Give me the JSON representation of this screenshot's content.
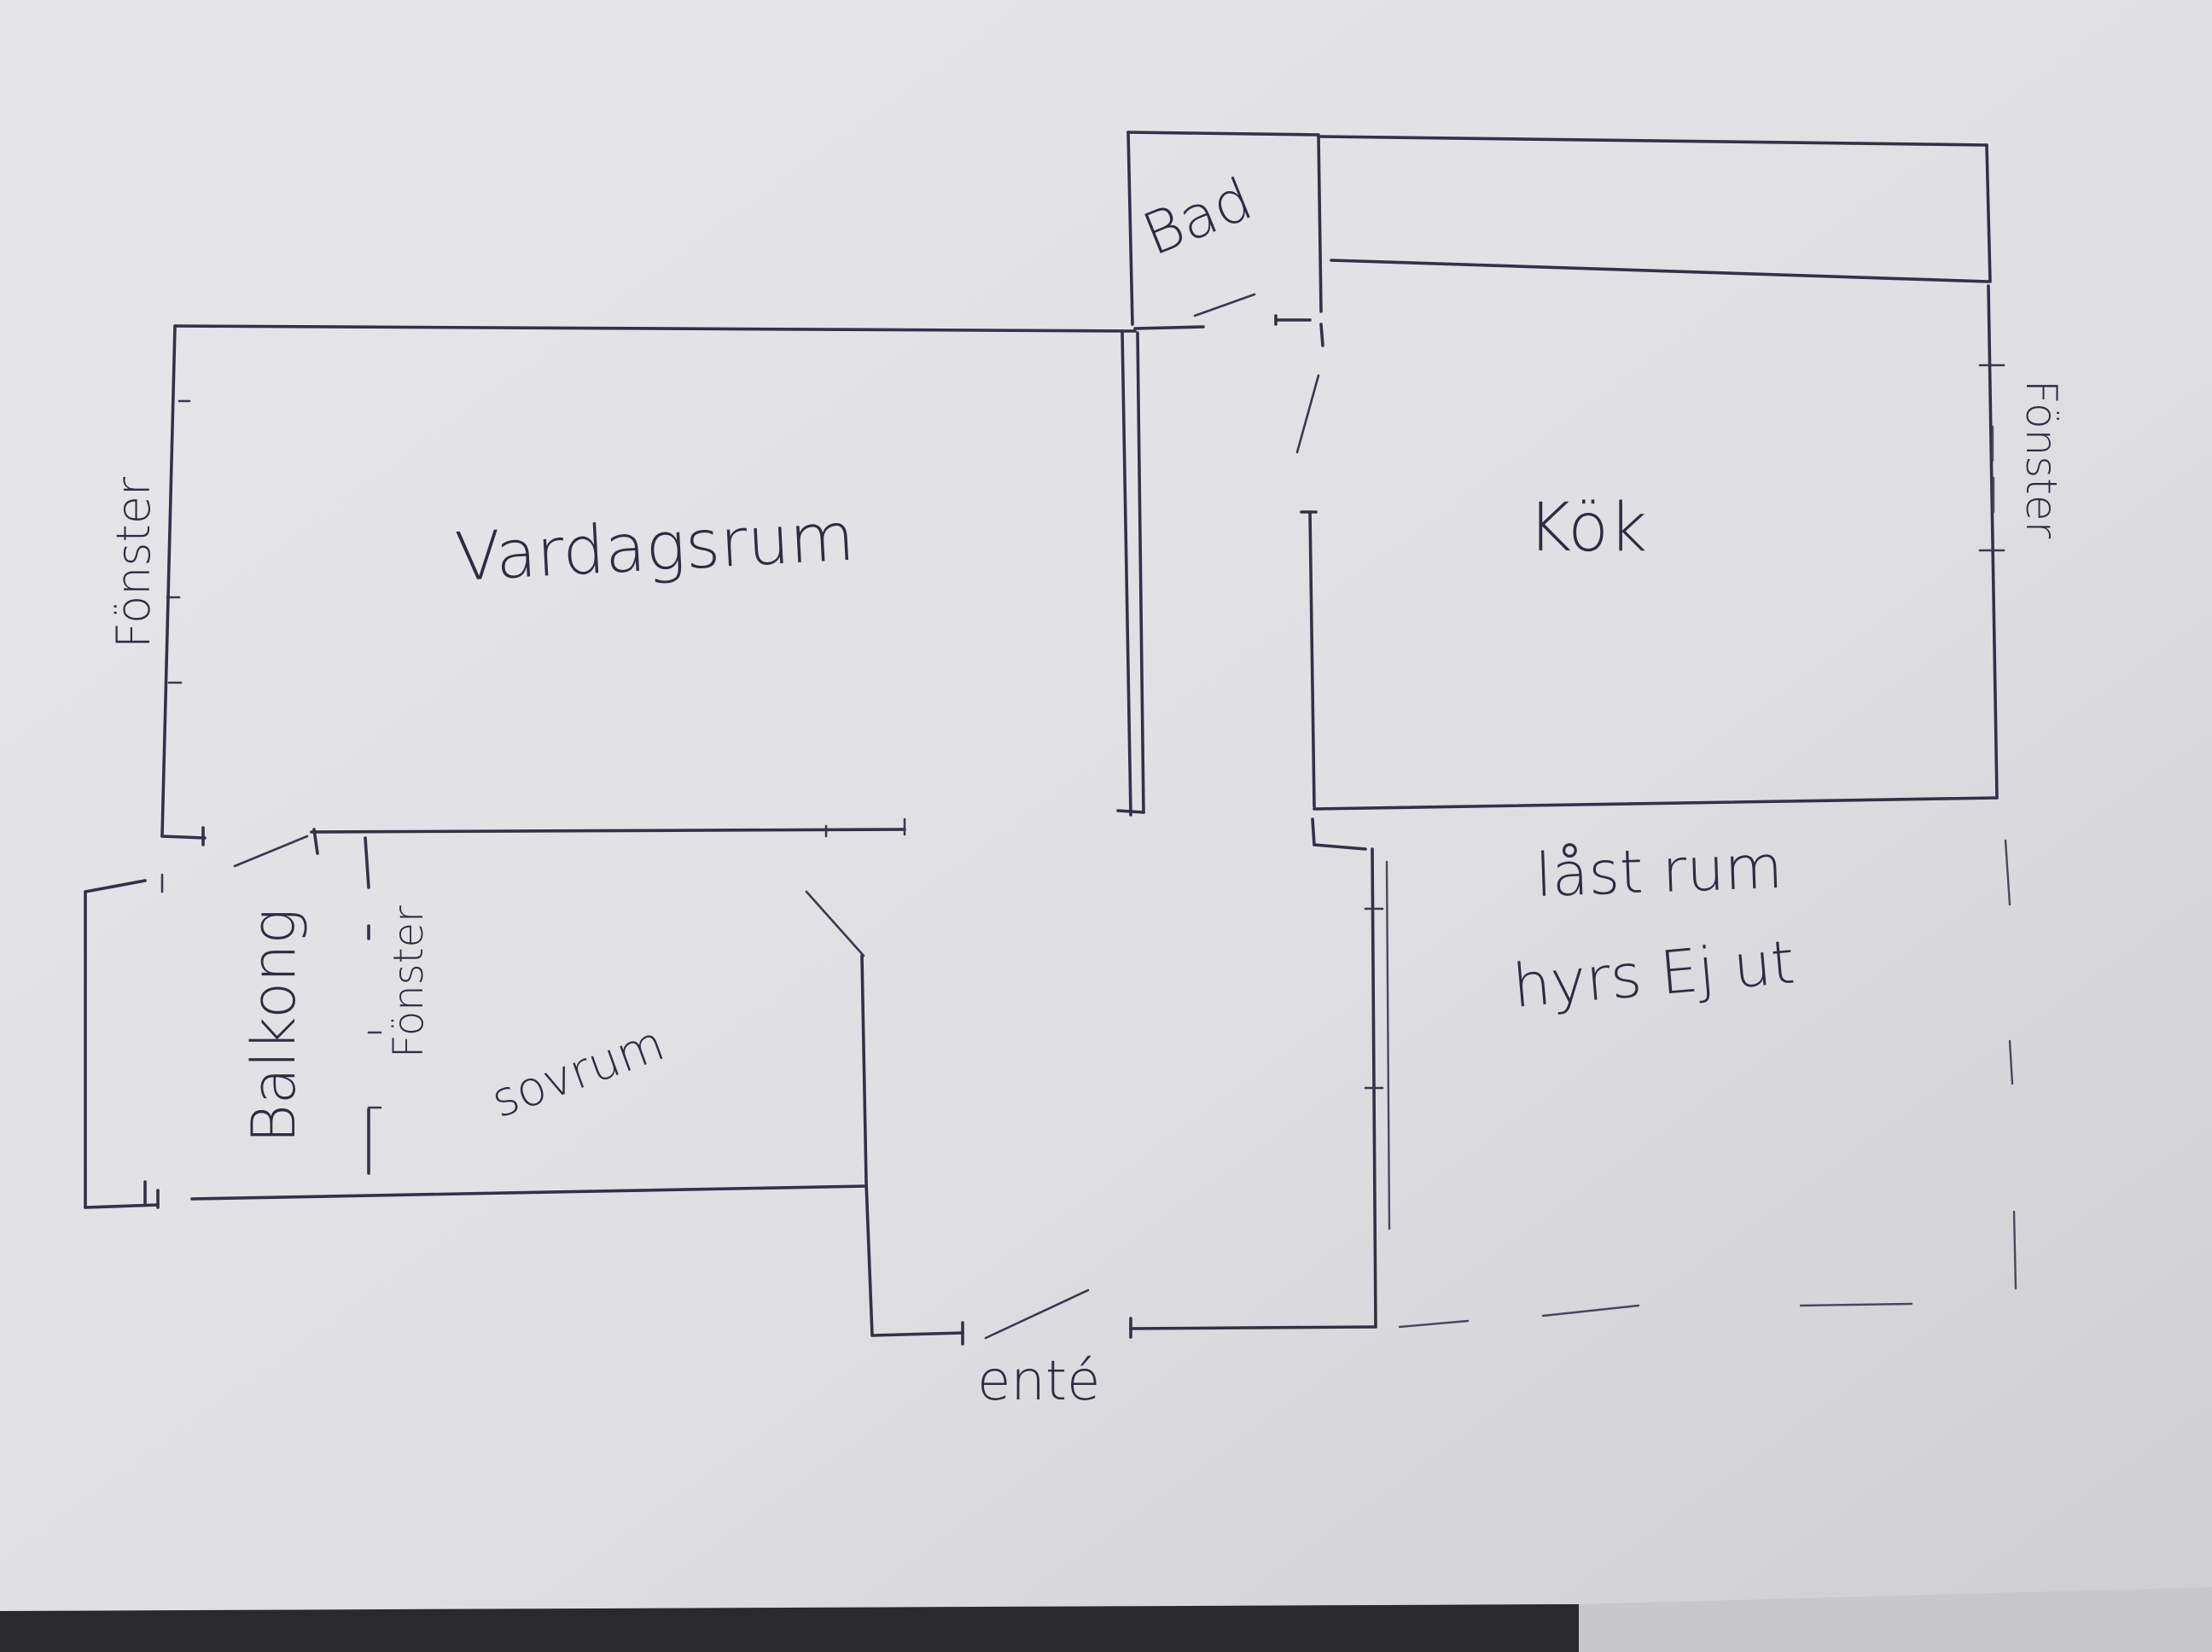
{
  "rooms": {
    "vardagsrum": "Vardagsrum",
    "kok": "Kök",
    "bad": "Bad",
    "sovrum": "sovrum",
    "balkong": "Balkong",
    "last_rum_line1": "låst rum",
    "last_rum_line2": "hyrs Ej ut",
    "ente": "enté"
  },
  "windows": {
    "vardagsrum_window": "Fönster",
    "kok_window": "Fönster",
    "sovrum_window": "Fönster"
  },
  "colors": {
    "ink": "#34304a",
    "paper": "#e4e4e6"
  }
}
